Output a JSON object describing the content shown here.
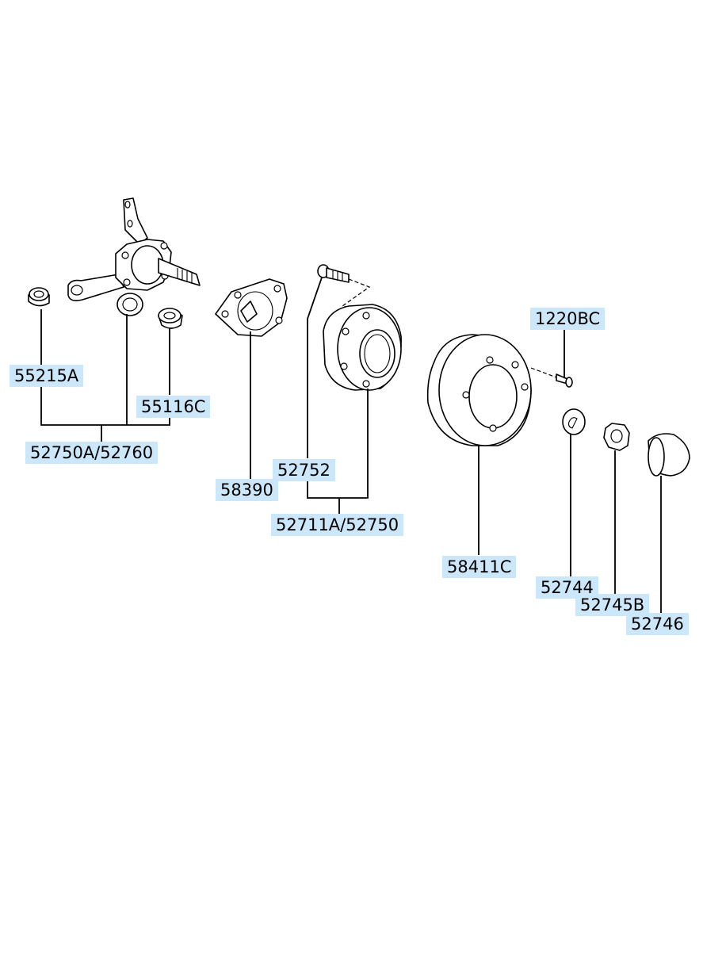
{
  "label_bg": "#cce6fa",
  "line_color": "#000000",
  "parts": {
    "p55215A": "55215A",
    "p55116C": "55116C",
    "p52750A_52760": "52750A/52760",
    "p58390": "58390",
    "p52752": "52752",
    "p52711A_52750": "52711A/52750",
    "p1220BC": "1220BC",
    "p58411C": "58411C",
    "p52744": "52744",
    "p52745B": "52745B",
    "p52746": "52746"
  }
}
